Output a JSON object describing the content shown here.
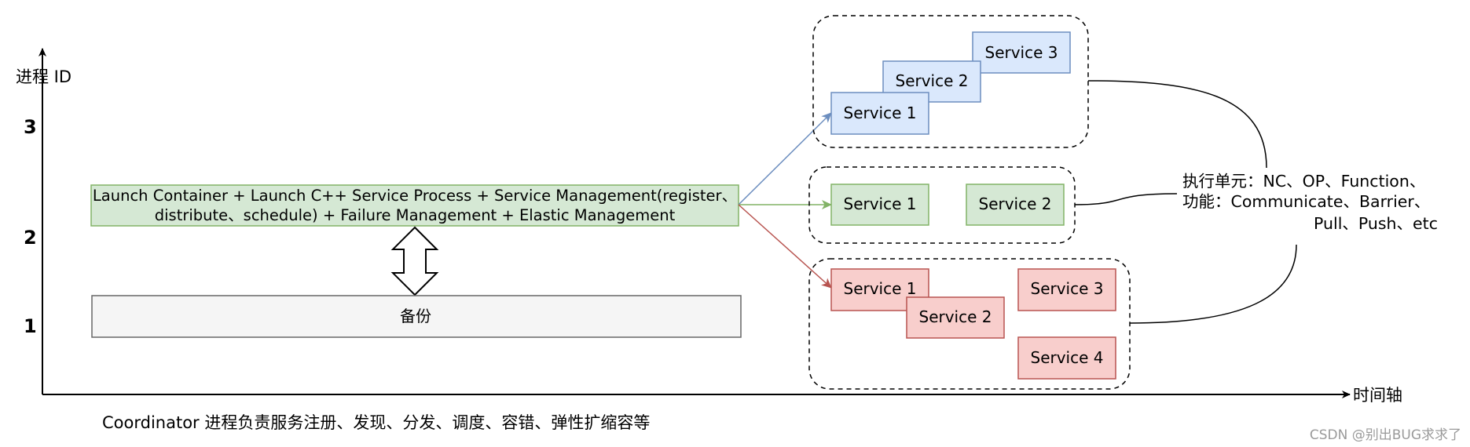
{
  "axis": {
    "y_label": "进程 ID",
    "x_label": "时间轴",
    "ticks": [
      "3",
      "2",
      "1"
    ]
  },
  "coordinator": {
    "line1": "Launch Container + Launch C++ Service Process + Service Management(register、",
    "line2": "distribute、schedule) + Failure Management + Elastic Management"
  },
  "backup": {
    "label": "备份"
  },
  "groups": {
    "blue": {
      "s1": "Service 1",
      "s2": "Service 2",
      "s3": "Service 3"
    },
    "green": {
      "s1": "Service 1",
      "s2": "Service 2"
    },
    "red": {
      "s1": "Service 1",
      "s2": "Service 2",
      "s3": "Service 3",
      "s4": "Service 4"
    }
  },
  "note": {
    "line1": "执行单元：NC、OP、Function、",
    "line2": "功能：Communicate、Barrier、",
    "line3": "Pull、Push、etc"
  },
  "caption": "Coordinator 进程负责服务注册、发现、分发、调度、容错、弹性扩缩容等",
  "watermark": "CSDN @别出BUG求求了",
  "colors": {
    "blue_fill": "#dae8fc",
    "blue_stroke": "#6c8ebf",
    "green_fill": "#d5e8d4",
    "green_stroke": "#82b366",
    "red_fill": "#f8cecc",
    "red_stroke": "#b85450",
    "gray_fill": "#f5f5f5",
    "gray_stroke": "#666666"
  }
}
